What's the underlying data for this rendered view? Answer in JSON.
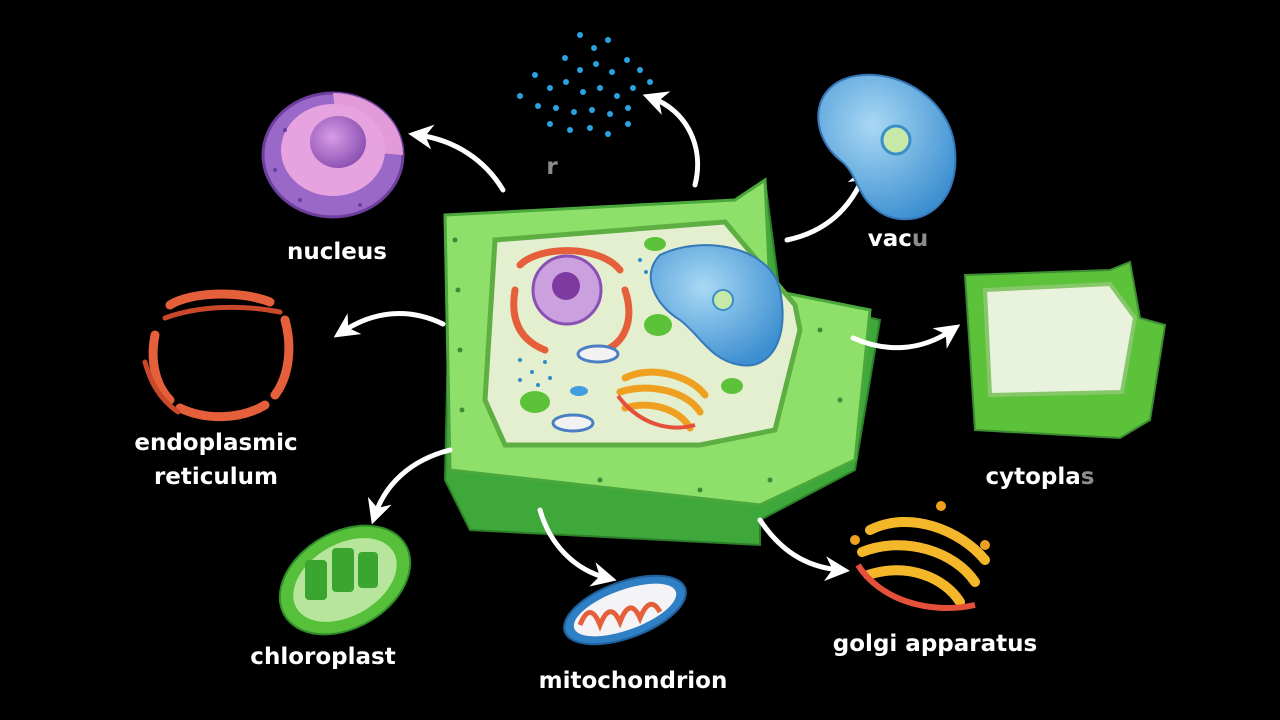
{
  "labels": {
    "nucleus": "nucleus",
    "ribosome_partial": "r",
    "vacuole_partial_bright": "vac",
    "vacuole_partial_faded": "u",
    "endoplasmic_line1": "endoplasmic",
    "endoplasmic_line2": "reticulum",
    "cytoplasm_partial_bright": "cytopla",
    "cytoplasm_partial_faded": "s",
    "chloroplast": "chloroplast",
    "mitochondrion": "mitochondrion",
    "golgi": "golgi apparatus"
  },
  "colors": {
    "background": "#000000",
    "cell_wall": "#7ed957",
    "cell_wall_dark": "#4fb640",
    "cytoplasm": "#dfeec9",
    "vacuole": "#63aee0",
    "nucleus": "#b365c9",
    "er": "#e5603a",
    "golgi": "#f5a623",
    "chloroplast": "#5cc23a",
    "mitochondrion_outer": "#3b8ec7",
    "ribosome": "#1e8fc9",
    "arrow": "#ffffff"
  }
}
